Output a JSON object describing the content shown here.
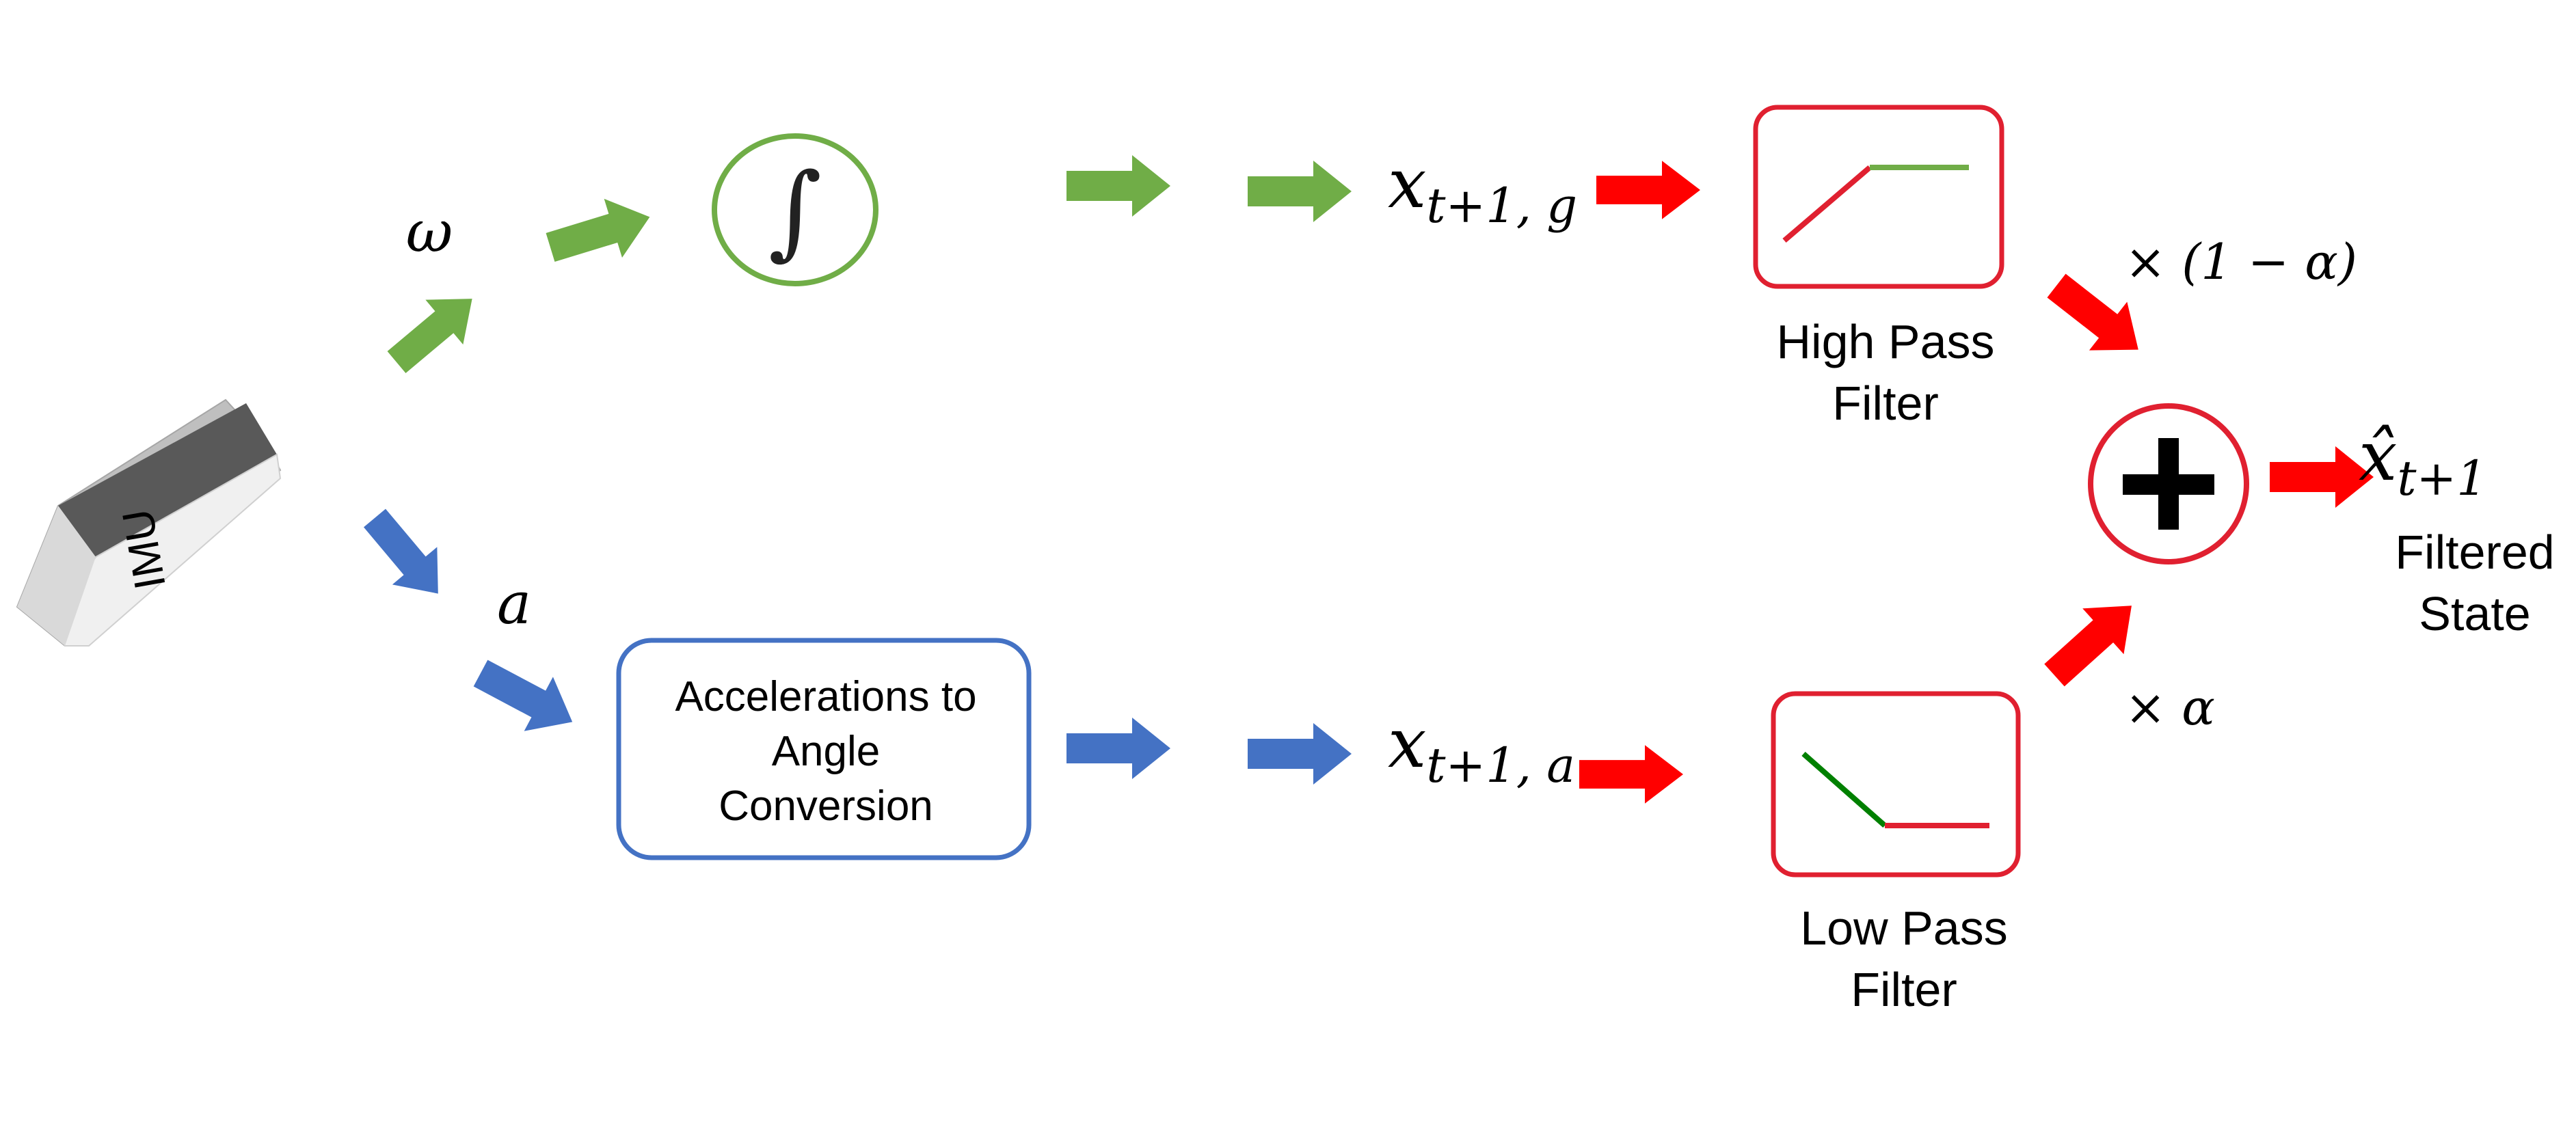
{
  "colors": {
    "gyro": "#70ad47",
    "accel": "#4472c4",
    "filter": "#ff0000",
    "filter_border": "#e02030",
    "lp_green": "#008000",
    "sensor_dark": "#595959",
    "sensor_face": "#f2f2f2",
    "sensor_side": "#bfbfbf"
  },
  "sensor": {
    "chip_text": "IMU"
  },
  "gyro_branch": {
    "input_symbol": "ω",
    "integrator_symbol": "∫",
    "output_main": "x",
    "output_sub": "t+1, g"
  },
  "accel_branch": {
    "input_symbol": "a",
    "conversion_line1": "Accelerations to",
    "conversion_line2": "Angle",
    "conversion_line3": "Conversion",
    "output_main": "x",
    "output_sub": "t+1, a"
  },
  "high_pass": {
    "label_line1": "High Pass",
    "label_line2": "Filter",
    "weight": "× (1 − α)"
  },
  "low_pass": {
    "label_line1": "Low Pass",
    "label_line2": "Filter",
    "weight": "× α"
  },
  "sum": {
    "symbol": "+"
  },
  "output": {
    "main": "x̂",
    "sub": "t+1",
    "label_line1": "Filtered",
    "label_line2": "State"
  }
}
